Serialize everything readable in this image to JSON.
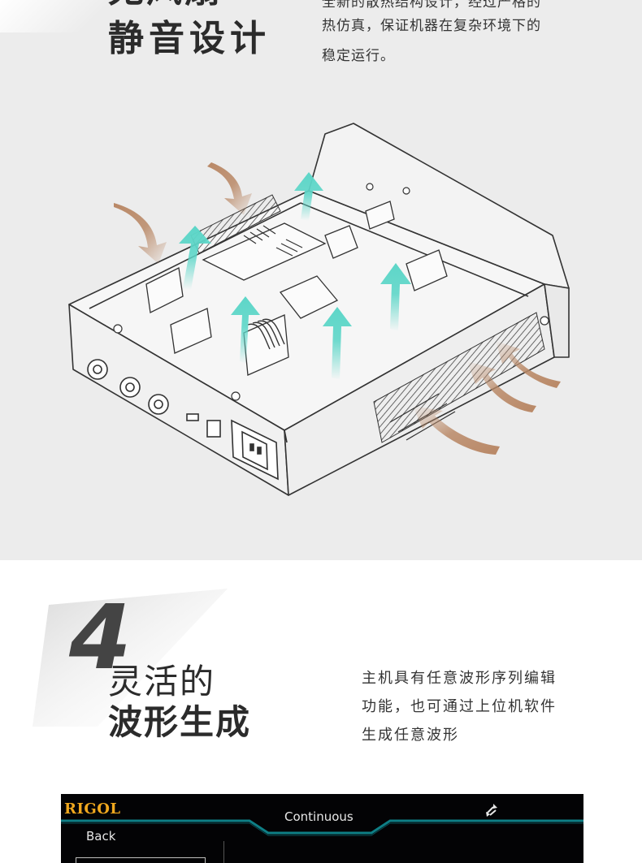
{
  "section1": {
    "title_line1": "无风扇",
    "title_line2": "静音设计",
    "description": [
      "全新的散热结构设计，经过严格的",
      "热仿真，保证机器在复杂环境下的",
      "稳定运行。"
    ],
    "colors": {
      "background": "#ececec",
      "airflow_out": "#5dd6c8",
      "airflow_in": "#b98866"
    }
  },
  "section2": {
    "feature_number": "4",
    "title_line1": "灵活的",
    "title_line2": "波形生成",
    "description": [
      "主机具有任意波形序列编辑",
      "功能，也可通过上位机软件",
      "生成任意波形"
    ]
  },
  "screen": {
    "brand": "RIGOL",
    "mode": "Continuous",
    "back_label": "Back",
    "icons": [
      "sync-icon"
    ],
    "colors": {
      "brand": "#f0a81e",
      "accent": "#0e7f86"
    }
  }
}
